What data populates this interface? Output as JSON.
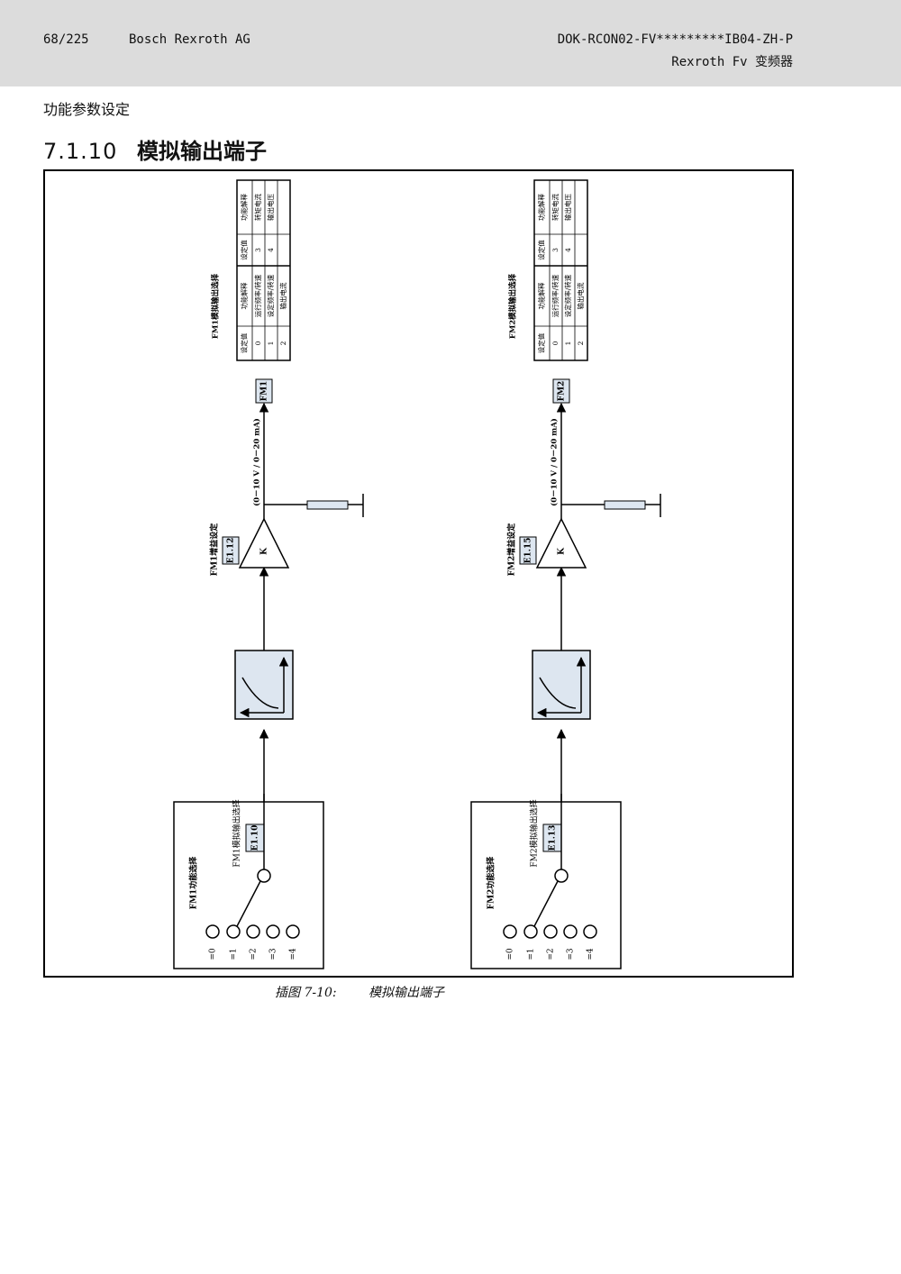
{
  "header": {
    "page_number": "68/225",
    "company": "Bosch Rexroth AG",
    "doc_id": "DOK-RCON02-FV*********IB04-ZH-P",
    "product": "Rexroth Fv 变频器"
  },
  "section_label": "功能参数设定",
  "heading": {
    "number": "7.1.10",
    "title": "模拟输出端子"
  },
  "figure": {
    "channels": [
      {
        "terminal": "FM1",
        "func_select_label": "FM1功能选择",
        "analog_select_label": "FM1模拟输出选择",
        "analog_select_param": "E1.10",
        "gain_label": "FM1增益设定",
        "gain_param": "E1.12",
        "gain_symbol": "K",
        "range_label": "(0－10 V / 0－20 mA)",
        "table_title": "FM1模拟输出选择",
        "table": {
          "headers": [
            "设定值",
            "功能解释",
            "设定值",
            "功能解释"
          ],
          "rows": [
            [
              "0",
              "运行频率/转速",
              "3",
              "转矩电流"
            ],
            [
              "1",
              "设定频率/转速",
              "4",
              "输出电压"
            ],
            [
              "2",
              "输出电流",
              "",
              ""
            ]
          ]
        },
        "switch_positions": [
          "=0",
          "=1",
          "=2",
          "=3",
          "=4"
        ]
      },
      {
        "terminal": "FM2",
        "func_select_label": "FM2功能选择",
        "analog_select_label": "FM2模拟输出选择",
        "analog_select_param": "E1.13",
        "gain_label": "FM2增益设定",
        "gain_param": "E1.15",
        "gain_symbol": "K",
        "range_label": "(0－10 V / 0－20 mA)",
        "table_title": "FM2模拟输出选择",
        "table": {
          "headers": [
            "设定值",
            "功能解释",
            "设定值",
            "功能解释"
          ],
          "rows": [
            [
              "0",
              "运行频率/转速",
              "3",
              "转矩电流"
            ],
            [
              "1",
              "设定频率/转速",
              "4",
              "输出电压"
            ],
            [
              "2",
              "输出电流",
              "",
              ""
            ]
          ]
        },
        "switch_positions": [
          "=0",
          "=1",
          "=2",
          "=3",
          "=4"
        ]
      }
    ]
  },
  "caption": {
    "number": "插图 7-10:",
    "title": "模拟输出端子"
  }
}
